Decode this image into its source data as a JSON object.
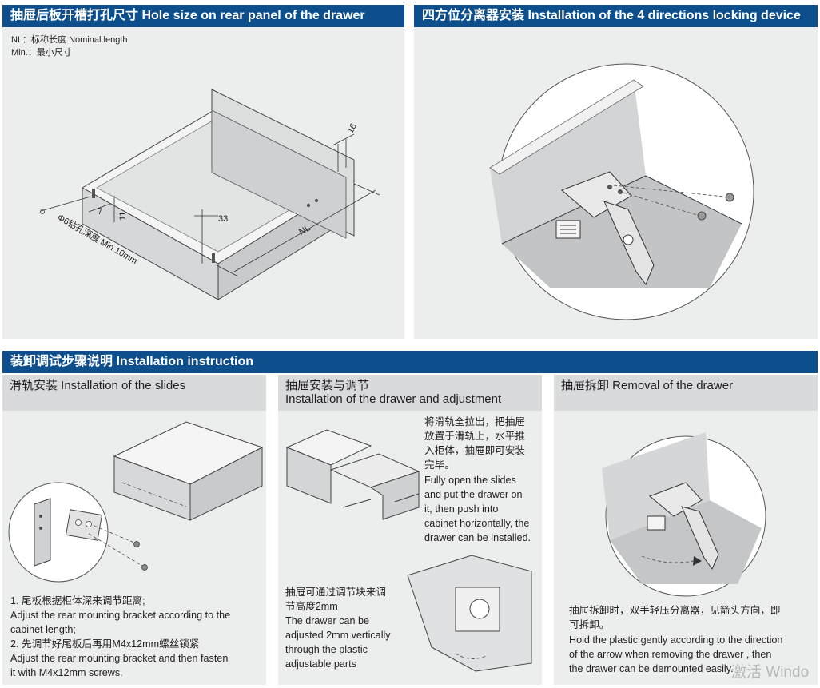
{
  "colors": {
    "header_bar": "#0d4f8c",
    "panel_bg": "#eceded",
    "subheader_bg": "#d8dadb"
  },
  "hole_section": {
    "title": "抽屉后板开槽打孔尺寸  Hole size on rear panel of the drawer",
    "legend_nl": "NL：标称长度 Nominal length",
    "legend_min": "Min.：最小尺寸",
    "dim_16": "16",
    "dim_33": "33",
    "dim_7": "7",
    "dim_11": "11",
    "dim_nl": "NL",
    "drill_note": "Φ6钻孔深度 Min.10mm"
  },
  "locking_section": {
    "title": "四方位分离器安装  Installation of the 4 directions locking device"
  },
  "install_section": {
    "title": "装卸调试步骤说明  Installation instruction",
    "slides": {
      "heading": "滑轨安装 Installation of the slides",
      "step1_cn": "1. 尾板根据柜体深来调节距离;",
      "step1_en_a": "Adjust the rear mounting bracket according to the",
      "step1_en_b": "cabinet length;",
      "step2_cn": "2. 先调节好尾板后再用M4x12mm螺丝锁紧",
      "step2_en_a": "Adjust the rear mounting bracket and then fasten",
      "step2_en_b": "it with M4x12mm screws."
    },
    "drawer": {
      "heading_cn": "抽屉安装与调节",
      "heading_en": "Installation of the drawer and adjustment",
      "install_cn_1": "将滑轨全拉出，把抽屉",
      "install_cn_2": "放置于滑轨上，水平推",
      "install_cn_3": "入柜体，抽屉即可安装",
      "install_cn_4": "完毕。",
      "install_en_1": "Fully open the slides",
      "install_en_2": "and put the drawer on",
      "install_en_3": "it, then push into",
      "install_en_4": "cabinet horizontally, the",
      "install_en_5": "drawer can be installed.",
      "adjust_cn_1": "抽屉可通过调节块来调",
      "adjust_cn_2": "节高度2mm",
      "adjust_en_1": "The drawer can be",
      "adjust_en_2": "adjusted 2mm vertically",
      "adjust_en_3": "through the plastic",
      "adjust_en_4": "adjustable parts"
    },
    "removal": {
      "heading": "抽屉拆卸  Removal of the drawer",
      "text_cn_1": "抽屉拆卸时，双手轻压分离器，见箭头方向，即",
      "text_cn_2": "可拆卸。",
      "text_en_1": "Hold the plastic gently according to the direction",
      "text_en_2": "of the arrow when removing the drawer , then",
      "text_en_3": "the drawer can be demounted easily."
    }
  },
  "watermark": {
    "line1": "激活 Windo"
  }
}
